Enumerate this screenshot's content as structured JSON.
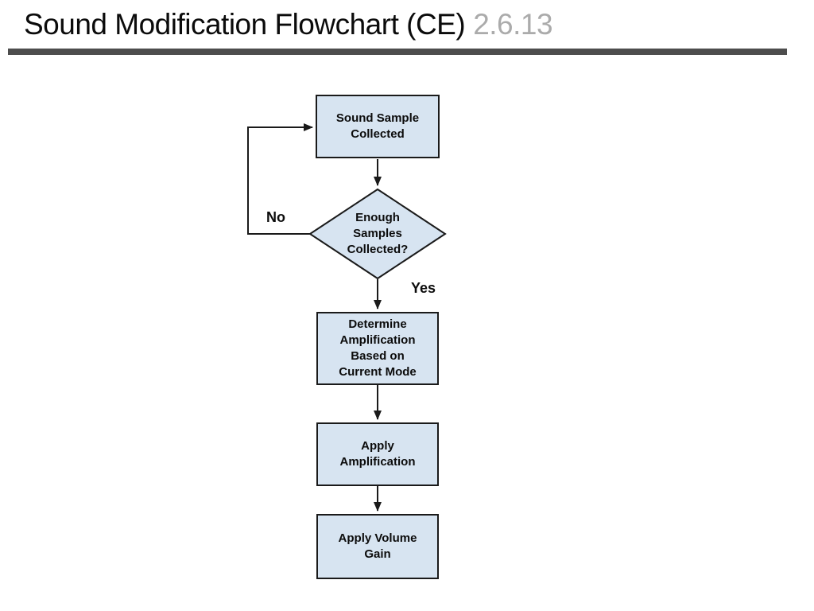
{
  "slide": {
    "title": "Sound Modification Flowchart (CE)",
    "version": "2.6.13"
  },
  "flowchart": {
    "nodes": [
      {
        "id": "sound-sample-collected",
        "type": "process",
        "lines": [
          "Sound Sample",
          "Collected"
        ]
      },
      {
        "id": "enough-samples-collected",
        "type": "decision",
        "lines": [
          "Enough",
          "Samples",
          "Collected?"
        ]
      },
      {
        "id": "determine-amplification",
        "type": "process",
        "lines": [
          "Determine",
          "Amplification",
          "Based on",
          "Current Mode"
        ]
      },
      {
        "id": "apply-amplification",
        "type": "process",
        "lines": [
          "Apply",
          "Amplification"
        ]
      },
      {
        "id": "apply-volume-gain",
        "type": "process",
        "lines": [
          "Apply Volume",
          "Gain"
        ]
      }
    ],
    "edge_labels": {
      "no": "No",
      "yes": "Yes"
    },
    "colors": {
      "node_fill": "#d7e4f1",
      "node_stroke": "#1a1a1a",
      "connector": "#1a1a1a",
      "title_text": "#0b0b0b",
      "version_text": "#ababab",
      "title_rule": "#4d4d4d",
      "background": "#ffffff"
    }
  }
}
